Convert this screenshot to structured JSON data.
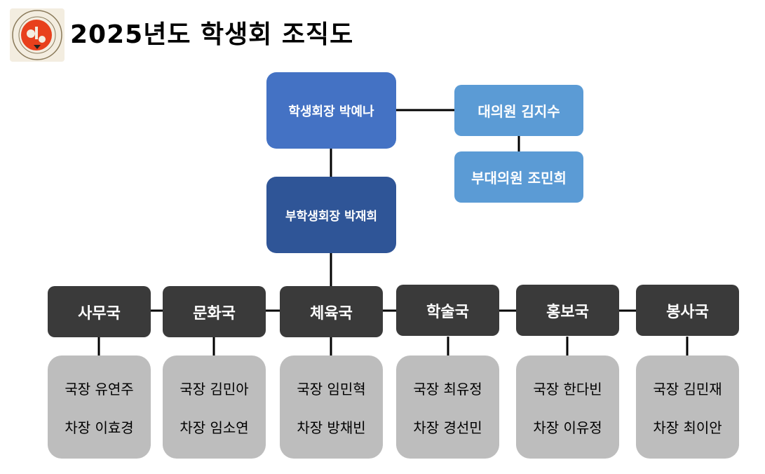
{
  "title": "2025년도 학생회 조직도",
  "logo": {
    "icon": "university-seal-logo",
    "colors": {
      "red": "#e8401c",
      "cream": "#f3ede0"
    }
  },
  "president": "학생회장 박예나",
  "vice_president": "부학생회장 박재희",
  "council": {
    "chair": "대의원 김지수",
    "vice_chair": "부대의원 조민희"
  },
  "departments": [
    {
      "name": "사무국",
      "head": "국장 유연주",
      "deputy": "차장 이효경"
    },
    {
      "name": "문화국",
      "head": "국장 김민아",
      "deputy": "차장 임소연"
    },
    {
      "name": "체육국",
      "head": "국장 임민혁",
      "deputy": "차장 방채빈"
    },
    {
      "name": "학술국",
      "head": "국장 최유정",
      "deputy": "차장 경선민"
    },
    {
      "name": "홍보국",
      "head": "국장 한다빈",
      "deputy": "차장 이유정"
    },
    {
      "name": "봉사국",
      "head": "국장 김민재",
      "deputy": "차장 최이안"
    }
  ],
  "colors": {
    "president": "#4472c4",
    "vice_president": "#2f5597",
    "council": "#5b9bd5",
    "department": "#3a3a3a",
    "members": "#bdbdbd"
  }
}
